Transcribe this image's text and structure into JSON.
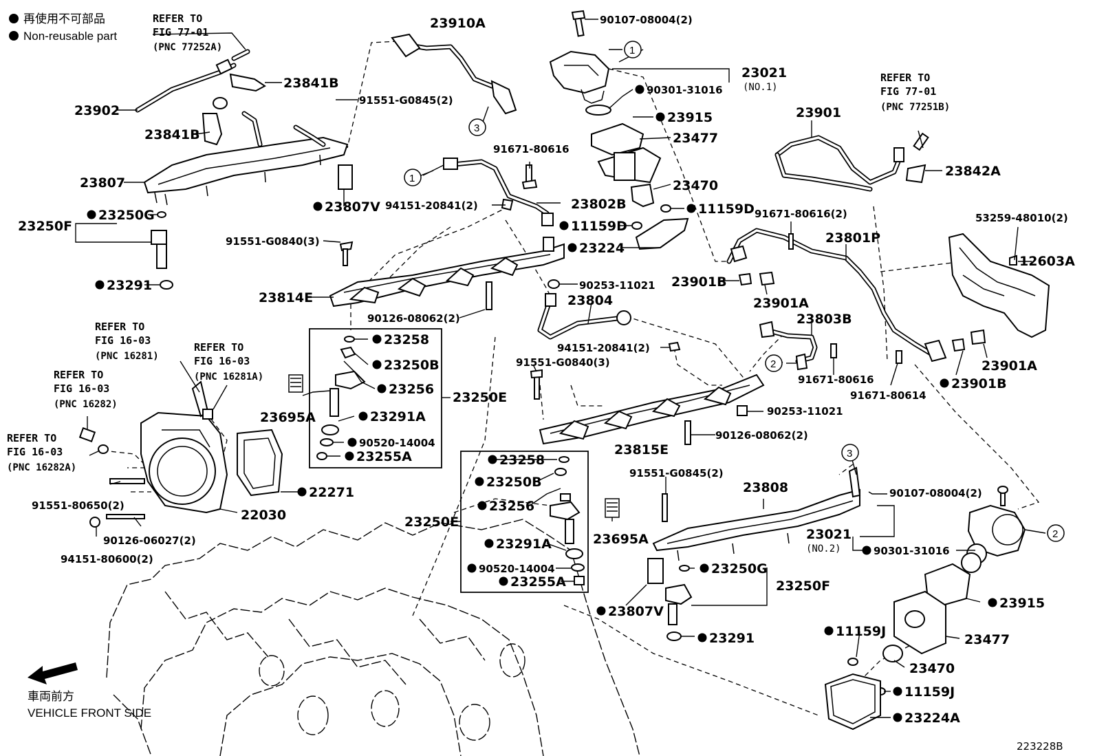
{
  "legend": {
    "reuse_jp": "再使用不可部品",
    "reuse_en": "Non-reusable part",
    "front_jp": "車両前方",
    "front_en": "VEHICLE FRONT SIDE"
  },
  "figure_id": "223228B",
  "refs": {
    "r1": [
      "REFER TO",
      "FIG 77-01",
      "(PNC 77252A)"
    ],
    "r2": [
      "REFER TO",
      "FIG 77-01",
      "(PNC 77251B)"
    ],
    "r3": [
      "REFER TO",
      "FIG 16-03",
      "(PNC 16281)"
    ],
    "r4": [
      "REFER TO",
      "FIG 16-03",
      "(PNC 16281A)"
    ],
    "r5": [
      "REFER TO",
      "FIG 16-03",
      "(PNC 16282)"
    ],
    "r6": [
      "REFER TO",
      "FIG 16-03",
      "(PNC 16282A)"
    ]
  },
  "callouts": [
    "1",
    "2",
    "3"
  ],
  "parts": {
    "p23910A": "23910A",
    "p90107a": "90107-08004(2)",
    "p23021a": "23021",
    "p23021a_sub": "(NO.1)",
    "p90301a": "90301-31016",
    "p23915a": "23915",
    "p23477a": "23477",
    "p23470a": "23470",
    "p11159Da": "11159D",
    "p11159Db": "11159D",
    "p23224": "23224",
    "p23841Ba": "23841B",
    "p23841Bb": "23841B",
    "p91551G0845a": "91551-G0845(2)",
    "p23902": "23902",
    "p23807": "23807",
    "p23807Va": "23807V",
    "p23250Ga": "23250G",
    "p23250Fa": "23250F",
    "p23291a": "23291",
    "p91671a": "91671-80616",
    "p23802B": "23802B",
    "p94151a": "94151-20841(2)",
    "p91551G0840a": "91551-G0840(3)",
    "p23814E": "23814E",
    "p90253a": "90253-11021",
    "p23804": "23804",
    "p90126a": "90126-08062(2)",
    "p23901": "23901",
    "p23842A": "23842A",
    "p53259": "53259-48010(2)",
    "p12603A": "12603A",
    "p91671b": "91671-80616(2)",
    "p23801P": "23801P",
    "p23901Ba": "23901B",
    "p23901Aa": "23901A",
    "p23803B": "23803B",
    "p91671c": "91671-80616",
    "p91671d": "91671-80614",
    "p23901Ab": "23901A",
    "p23901Bb": "23901B",
    "p94151b": "94151-20841(2)",
    "p91551G0840b": "91551-G0840(3)",
    "p90253b": "90253-11021",
    "p90126b": "90126-08062(2)",
    "p23815E": "23815E",
    "p23258a": "23258",
    "p23250Ba": "23250B",
    "p23256a": "23256",
    "p23291Aa": "23291A",
    "p90520a": "90520-14004",
    "p23255Aa": "23255A",
    "p23250Ea": "23250E",
    "p23695Aa": "23695A",
    "p22271": "22271",
    "p22030": "22030",
    "p91551_80650": "91551-80650(2)",
    "p90126_06027": "90126-06027(2)",
    "p94151_80600": "94151-80600(2)",
    "p23258b": "23258",
    "p23250Bb": "23250B",
    "p23256b": "23256",
    "p23291Ab": "23291A",
    "p90520b": "90520-14004",
    "p23255Ab": "23255A",
    "p23250Eb": "23250E",
    "p23695Ab": "23695A",
    "p91551G0845b": "91551-G0845(2)",
    "p23808": "23808",
    "p23021b": "23021",
    "p23021b_sub": "(NO.2)",
    "p90107b": "90107-08004(2)",
    "p90301b": "90301-31016",
    "p23250Gb": "23250G",
    "p23250Fb": "23250F",
    "p23807Vb": "23807V",
    "p23291b": "23291",
    "p23915b": "23915",
    "p11159Ja": "11159J",
    "p23477b": "23477",
    "p23470b": "23470",
    "p11159Jb": "11159J",
    "p23224A": "23224A"
  }
}
